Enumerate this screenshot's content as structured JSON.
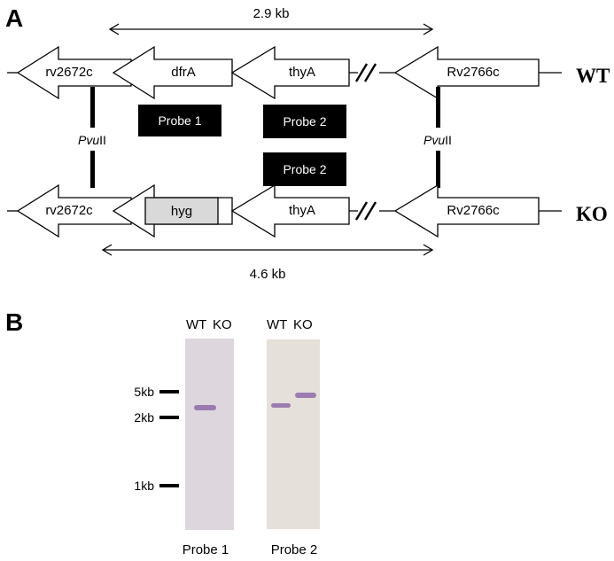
{
  "panel_a": {
    "label": "A",
    "wt_label": "WT",
    "ko_label": "KO",
    "wt_span": "2.9 kb",
    "ko_span": "4.6 kb",
    "genes": {
      "rv2672c": "rv2672c",
      "dfrA": "dfrA",
      "thyA": "thyA",
      "Rv2766c": "Rv2766c",
      "hyg": "hyg"
    },
    "probes": {
      "probe1": "Probe 1",
      "probe2": "Probe 2"
    },
    "site": {
      "italic": "Pvu",
      "roman": "II"
    },
    "break_mark": "//"
  },
  "panel_b": {
    "label": "B",
    "lane_headers": {
      "wt": "WT",
      "ko": "KO"
    },
    "markers": [
      "5kb",
      "2kb",
      "1kb"
    ],
    "blot_captions": [
      "Probe 1",
      "Probe 2"
    ]
  },
  "colors": {
    "line": "#000000",
    "probe_box": "#000000",
    "probe_text": "#ffffff",
    "hyg_fill": "#d9d9d9",
    "blot1": "#ddd6dd",
    "blot2": "#e6e0da",
    "band": "#8e6aa8"
  }
}
